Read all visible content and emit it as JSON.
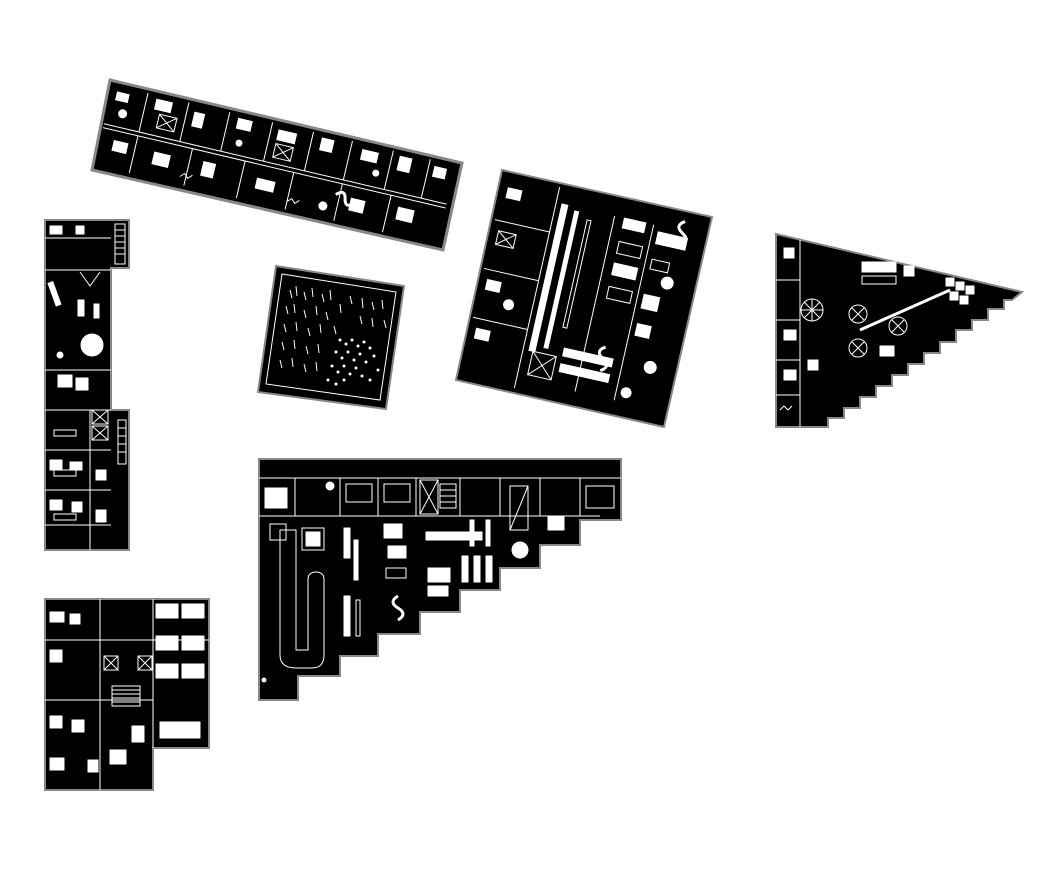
{
  "drawing": {
    "background": "#ffffff",
    "fill_color": "#000000",
    "line_color": "#ffffff",
    "plans": [
      {
        "id": "plan-strip-rotated"
      },
      {
        "id": "plan-vertical-strip"
      },
      {
        "id": "plan-landscape-square"
      },
      {
        "id": "plan-office-rotated"
      },
      {
        "id": "plan-triangle-right"
      },
      {
        "id": "plan-stepped-large"
      },
      {
        "id": "plan-small-lshape"
      }
    ]
  }
}
